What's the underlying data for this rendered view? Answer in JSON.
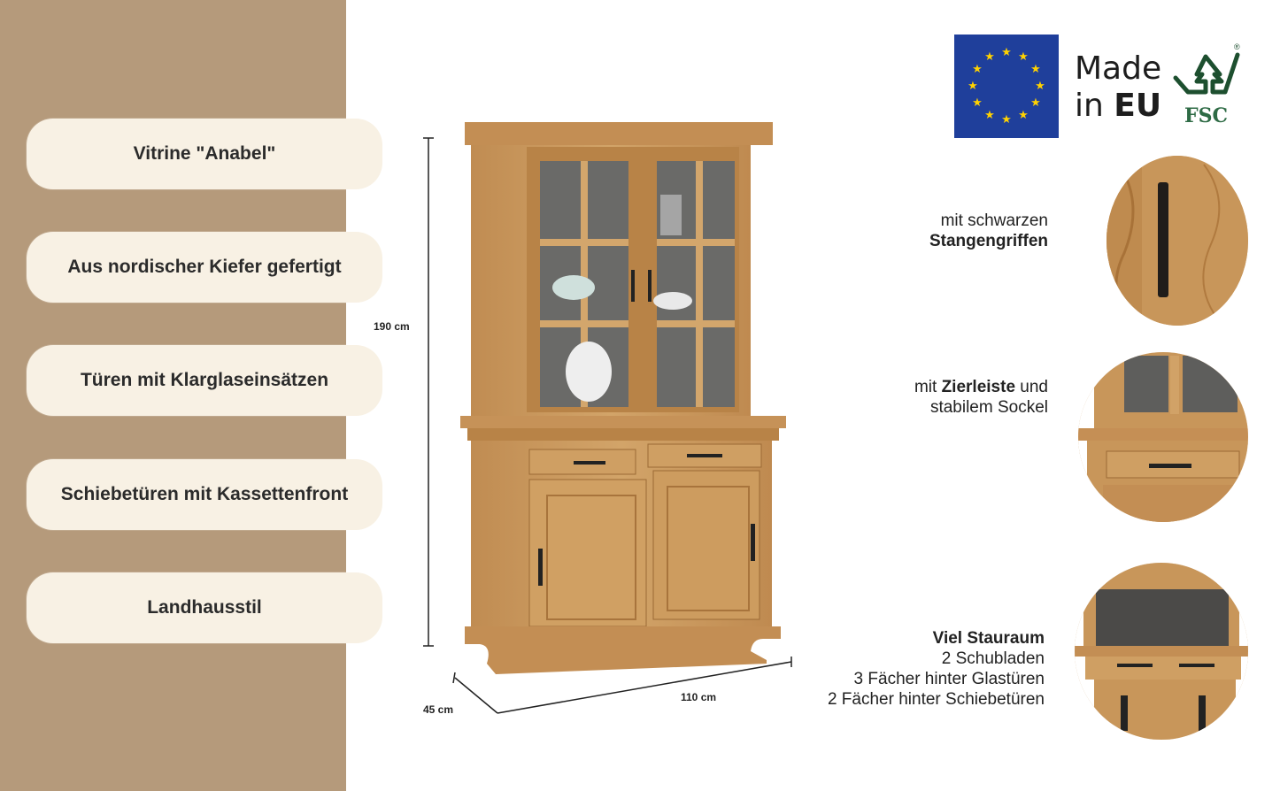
{
  "features": [
    "Vitrine \"Anabel\"",
    "Aus nordischer Kiefer gefertigt",
    "Türen mit Klarglaseinsätzen",
    "Schiebetüren mit Kassettenfront",
    "Landhausstil"
  ],
  "dimensions": {
    "height": "190 cm",
    "width": "110 cm",
    "depth": "45 cm"
  },
  "badges": {
    "made_in_line1": "Made",
    "made_in_line2_prefix": "in ",
    "made_in_line2_bold": "EU",
    "fsc": "FSC",
    "fsc_reg": "®"
  },
  "details": {
    "handles": {
      "line1": "mit schwarzen",
      "line2_bold": "Stangengriffen"
    },
    "base": {
      "prefix": "mit ",
      "bold": "Zierleiste",
      "suffix": " und",
      "line2": "stabilem Sockel"
    },
    "storage": {
      "title": "Viel Stauraum",
      "lines": [
        "2 Schubladen",
        "3 Fächer hinter Glastüren",
        "2 Fächer hinter Schiebetüren"
      ]
    }
  },
  "colors": {
    "sidebar": "#b59a7b",
    "pill": "#f8f1e4",
    "wood": "#c8985c",
    "eu_blue": "#1f3f9b",
    "fsc_green": "#2e6b45"
  }
}
